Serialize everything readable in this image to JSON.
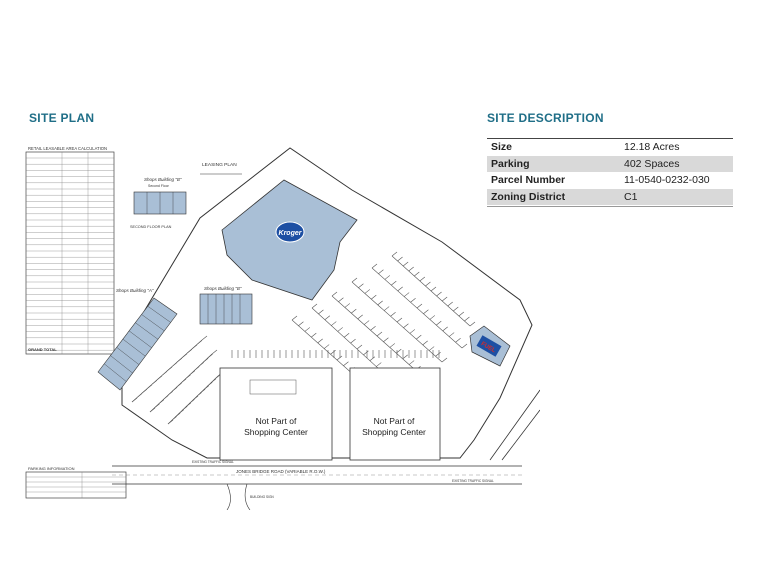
{
  "site_plan": {
    "heading": "SITE PLAN",
    "leasing_plan_label": "LEASING PLAN",
    "kroger_label": "Kroger",
    "fuel_label": "FUEL",
    "shops_b_label": "Shops Building \"B\"",
    "shops_b_second_floor": "Second Floor",
    "shops_a_label": "Shops Building \"A\"",
    "second_floor_plan": "SECOND FLOOR PLAN",
    "not_part_1_line1": "Not Part of",
    "not_part_1_line2": "Shopping Center",
    "not_part_2_line1": "Not Part of",
    "not_part_2_line2": "Shopping Center",
    "road_label": "JONES BRIDGE ROAD (VARIABLE R.O.W.)",
    "existing_signal": "EXISTING TRAFFIC SIGNAL",
    "building_sign": "BUILDING SIGN",
    "area_table_title": "RETAIL LEASABLE AREA CALCULATION",
    "parking_table_title": "PARKING INFORMATION",
    "grand_total": "GRAND TOTAL"
  },
  "site_description": {
    "heading": "SITE DESCRIPTION",
    "rows": [
      {
        "label": "Size",
        "value": "12.18 Acres"
      },
      {
        "label": "Parking",
        "value": "402 Spaces"
      },
      {
        "label": "Parcel Number",
        "value": "11-0540-0232-030"
      },
      {
        "label": "Zoning District",
        "value": "C1"
      }
    ]
  },
  "colors": {
    "heading": "#1f6e87",
    "building_fill": "#a9bfd6",
    "kroger_blue": "#1d4fa3",
    "fuel_red": "#d22b2b",
    "row_shade": "#d9d9d9"
  }
}
